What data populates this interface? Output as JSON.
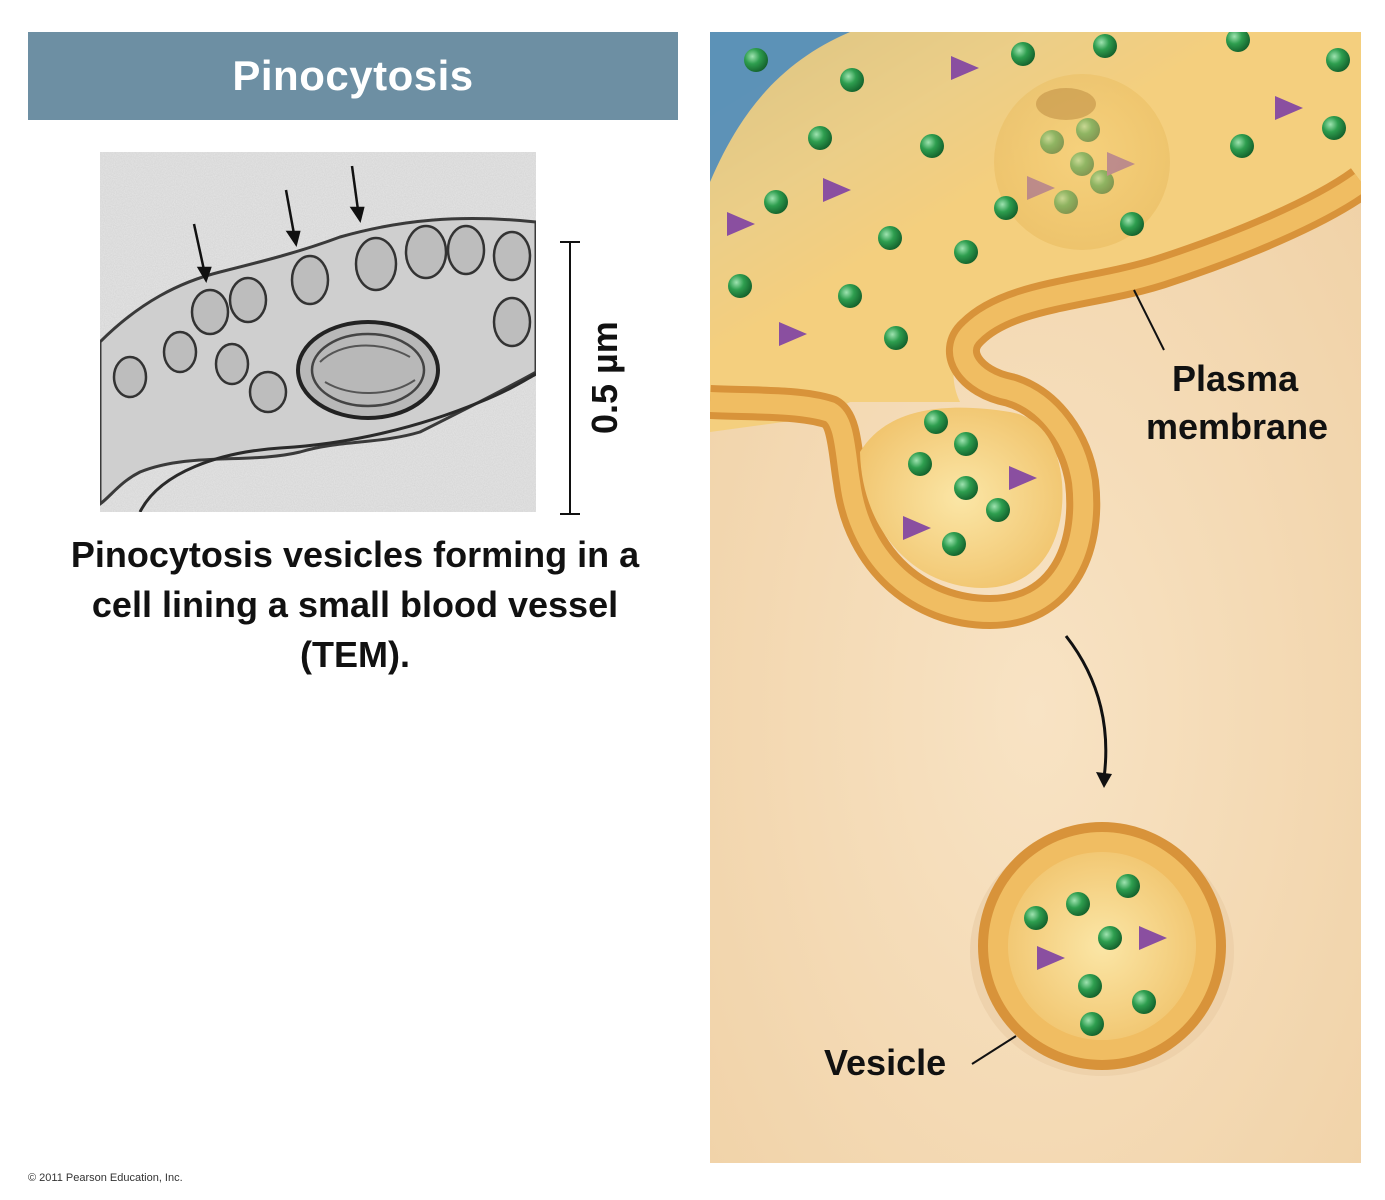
{
  "title": "Pinocytosis",
  "scale_bar_label": "0.5 µm",
  "caption": "Pinocytosis vesicles forming in a cell lining a small blood vessel (TEM).",
  "labels": {
    "plasma_membrane_line1": "Plasma",
    "plasma_membrane_line2": "membrane",
    "vesicle": "Vesicle"
  },
  "copyright": "© 2011 Pearson Education, Inc.",
  "colors": {
    "banner": "#6d8fa3",
    "extracellular_fluid": "#f0c870",
    "cytoplasm": "#f4d8b0",
    "membrane": "#e5a645",
    "solute_sphere": "#2e9e4f",
    "solute_triangle": "#8a4fa0"
  }
}
